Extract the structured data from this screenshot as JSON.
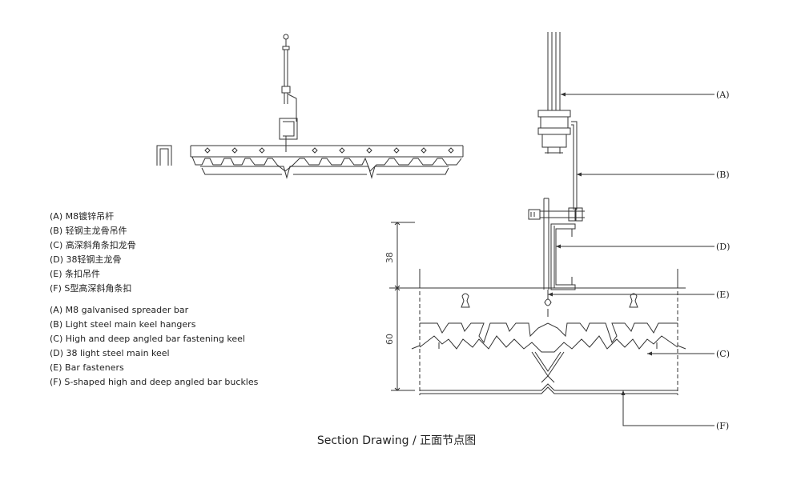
{
  "legend_cn": [
    "(A) M8镀锌吊杆",
    "(B) 轻钢主龙骨吊件",
    "(C) 高深斜角条扣龙骨",
    "(D) 38轻钢主龙骨",
    "(E) 条扣吊件",
    "(F) S型高深斜角条扣"
  ],
  "legend_en": [
    "(A) M8 galvanised spreader bar",
    "(B) Light steel main keel hangers",
    "(C) High and deep angled bar fastening keel",
    "(D) 38 light steel main keel",
    "(E) Bar fasteners",
    "(F) S-shaped high and deep angled bar buckles"
  ],
  "callouts": {
    "a": "(A)",
    "b": "(B)",
    "c": "(C)",
    "d": "(D)",
    "e": "(E)",
    "f": "(F)"
  },
  "dimensions": {
    "upper": "38",
    "lower": "60"
  },
  "caption": "Section Drawing / 正面节点图"
}
